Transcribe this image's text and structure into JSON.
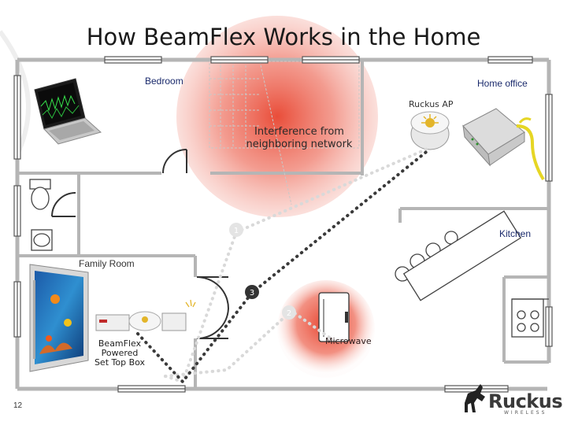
{
  "title": "How BeamFlex Works in the Home",
  "rooms": {
    "bedroom": "Bedroom",
    "home_office": "Home office",
    "kitchen": "Kitchen",
    "family_room": "Family Room"
  },
  "devices": {
    "ap": "Ruckus AP",
    "stb_line1": "BeamFlex",
    "stb_line2": "Powered",
    "stb_line3": "Set Top Box",
    "microwave": "Microwave"
  },
  "interference": {
    "line1": "Interference from",
    "line2": "neighboring network"
  },
  "paths": {
    "p1": "1",
    "p2": "2",
    "p3": "3"
  },
  "slide_number": "12",
  "logo": {
    "name": "Ruckus",
    "tagline": "WIRELESS"
  },
  "colors": {
    "interference": "#e8442f",
    "walls": "#b5b5b5",
    "text_blue": "#1a2a6c"
  }
}
